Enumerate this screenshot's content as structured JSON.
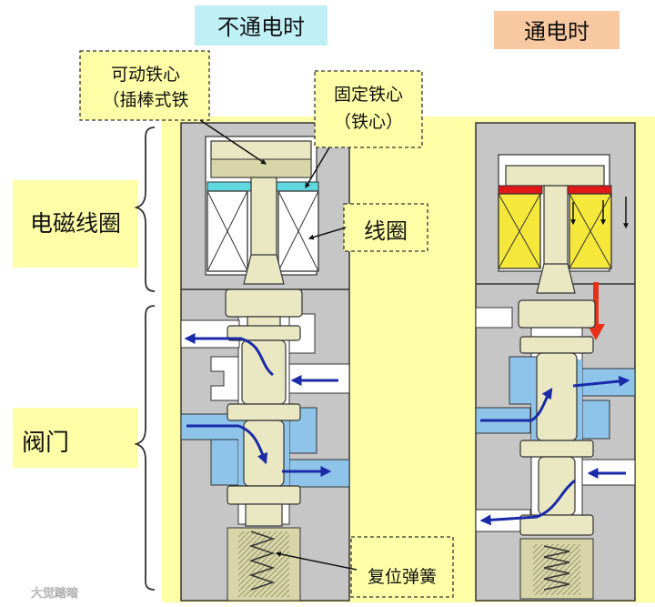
{
  "titles": {
    "off": "不通电时",
    "on": "通电时"
  },
  "labels": {
    "movable_core_line1": "可动铁心",
    "movable_core_line2": "（插棒式铁",
    "fixed_core_line1": "固定铁心",
    "fixed_core_line2": "（铁心）",
    "solenoid_coil": "电磁线圈",
    "coil": "线圈",
    "valve": "阀门",
    "return_spring": "复位弹簧"
  },
  "watermark": "大觉踏暗",
  "colors": {
    "panel_yellow": "#ffffa8",
    "body_gray": "#c6c6c6",
    "title_off_bg": "#bff0f5",
    "title_on_bg": "#f8c8a0",
    "flow_blue": "#1a2aa8",
    "chamber_blue": "#8ec4ea",
    "coil_yellow": "#f6e83a",
    "core_top_cyan": "#5fd8e0",
    "core_top_red": "#e01818",
    "push_arrow_red": "#e83018",
    "spool_khaki": "#eae8c2"
  }
}
